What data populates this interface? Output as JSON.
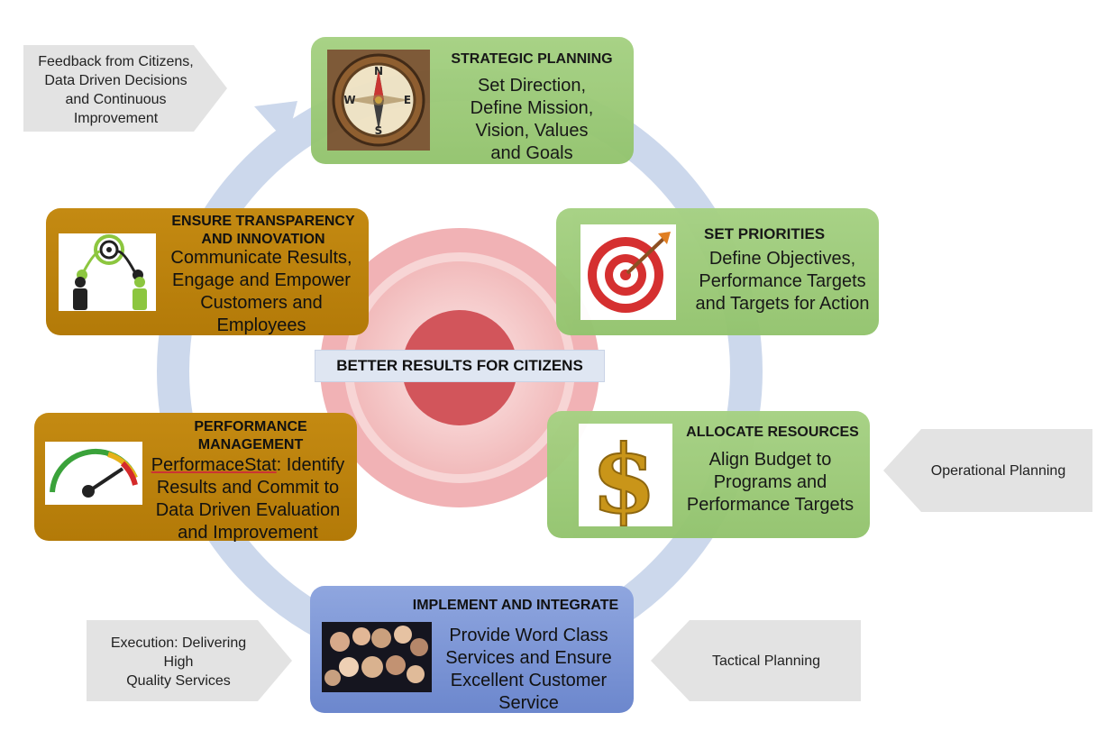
{
  "center": {
    "label": "BETTER RESULTS FOR CITIZENS"
  },
  "steps": {
    "strategic": {
      "title": "STRATEGIC PLANNING",
      "lines": [
        "Set Direction,",
        "Define Mission,",
        "Vision, Values",
        "and Goals"
      ],
      "icon": "compass-icon"
    },
    "priorities": {
      "title": "SET PRIORITIES",
      "lines": [
        "Define Objectives,",
        "Performance Targets",
        "and Targets for Action"
      ],
      "icon": "target-icon"
    },
    "allocate": {
      "title": "ALLOCATE RESOURCES",
      "lines": [
        "Align Budget to",
        "Programs and",
        "Performance Targets"
      ],
      "icon": "dollar-icon"
    },
    "implement": {
      "title": "IMPLEMENT AND INTEGRATE",
      "lines": [
        "Provide Word Class",
        "Services and Ensure",
        "Excellent Customer",
        "Service"
      ],
      "icon": "people-group-photo"
    },
    "performance": {
      "title_lines": [
        "PERFORMANCE",
        "MANAGEMENT"
      ],
      "stat_word": "PerformaceStat",
      "lines": [
        ": Identify",
        "Results and Commit to",
        "Data Driven Evaluation",
        "and Improvement"
      ],
      "icon": "gauge-icon"
    },
    "transparency": {
      "title_lines": [
        "ENSURE TRANSPARENCY",
        "AND INNOVATION"
      ],
      "lines": [
        "Communicate Results,",
        "Engage and Empower",
        "Customers and",
        "Employees"
      ],
      "icon": "collaboration-icon"
    }
  },
  "callouts": {
    "feedback": [
      "Feedback from Citizens,",
      "Data Driven Decisions",
      "and Continuous",
      "Improvement"
    ],
    "operational": [
      "Operational Planning"
    ],
    "execution": [
      "Execution: Delivering",
      "High",
      "Quality Services"
    ],
    "tactical": [
      "Tactical Planning"
    ]
  },
  "colors": {
    "green": "#9ccb79",
    "gold": "#bb820c",
    "blue": "#7c95d6",
    "ring": "#c9d6ea",
    "bullseye_outer": "#f2b9b9",
    "bullseye_inner": "#d4555a",
    "callout_gray": "#e2e2e2"
  }
}
